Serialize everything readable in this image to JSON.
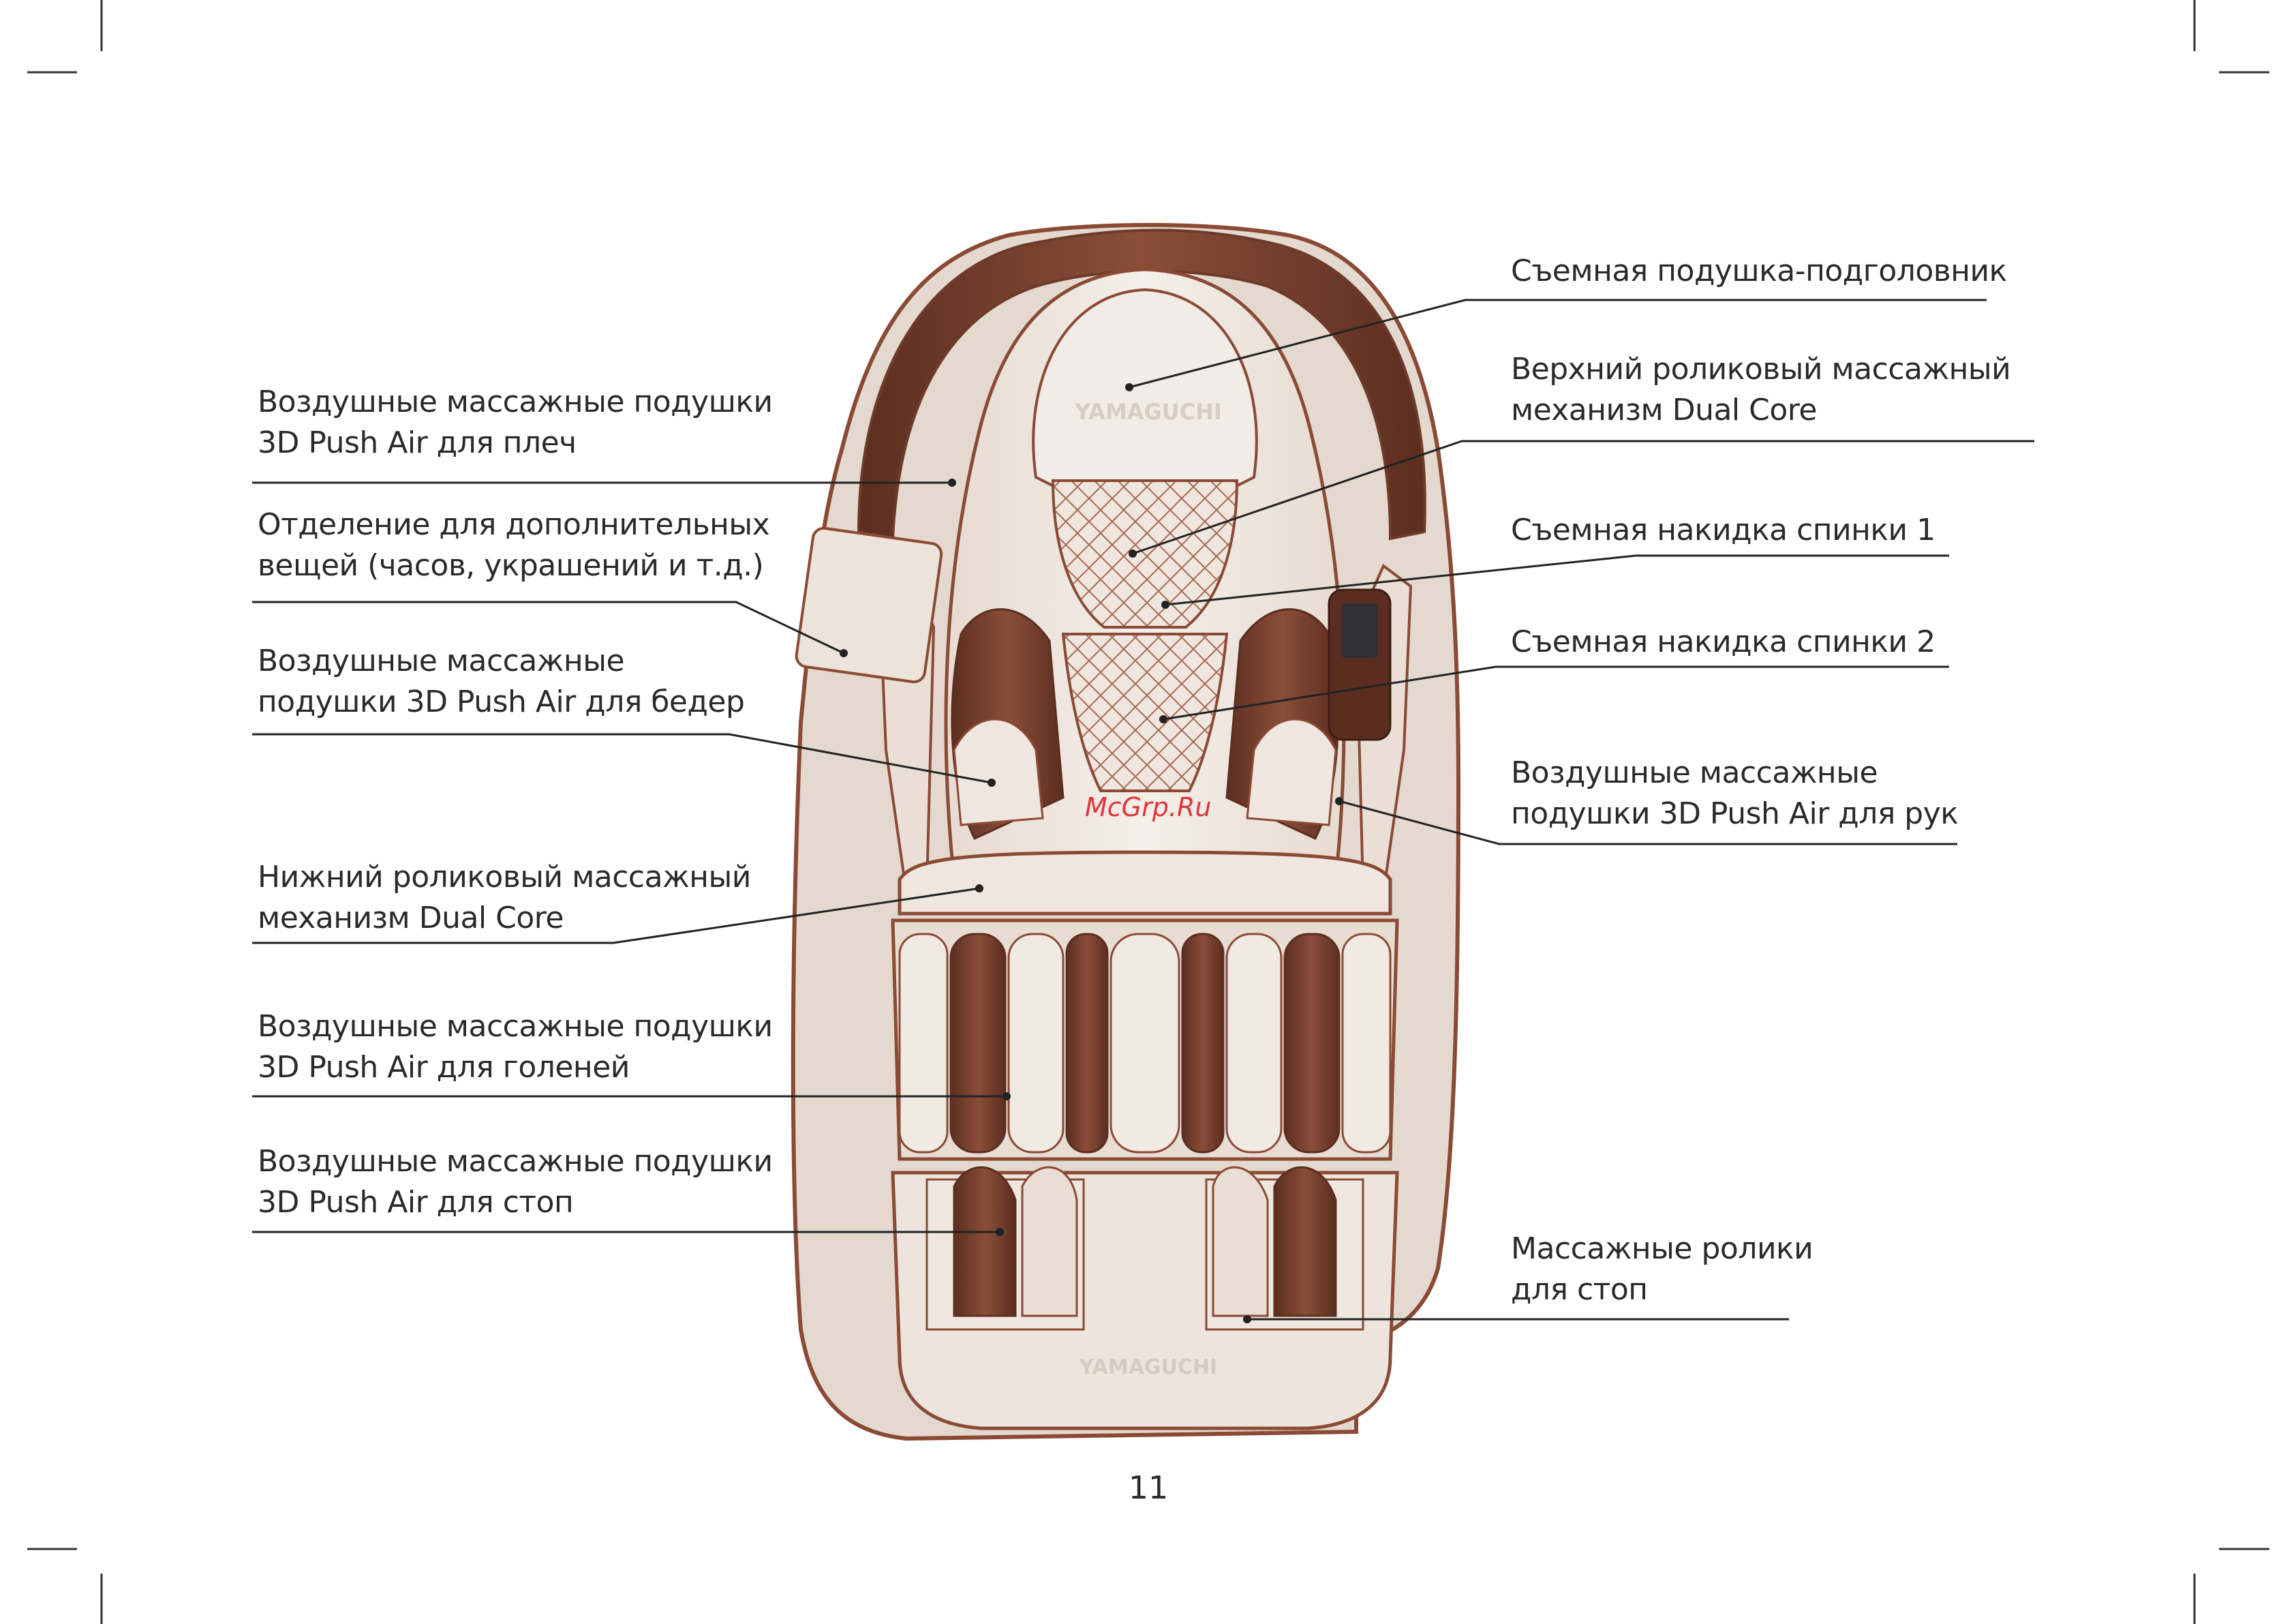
{
  "labels_left": [
    {
      "id": "shoulders",
      "lines": [
        "Воздушные массажные подушки",
        "3D Push Air для плеч"
      ]
    },
    {
      "id": "compartment",
      "lines": [
        "Отделение для дополнительных",
        "вещей (часов, украшений и т.д.)"
      ]
    },
    {
      "id": "hips",
      "lines": [
        "Воздушные массажные",
        "подушки 3D Push Air для бедер"
      ]
    },
    {
      "id": "lower-roller",
      "lines": [
        "Нижний роликовый массажный",
        "механизм Dual Core"
      ]
    },
    {
      "id": "shins",
      "lines": [
        "Воздушные массажные подушки",
        "3D Push Air для голеней"
      ]
    },
    {
      "id": "feet",
      "lines": [
        "Воздушные массажные подушки",
        "3D Push Air для стоп"
      ]
    }
  ],
  "labels_right": [
    {
      "id": "headrest",
      "lines": [
        "Съемная подушка-подголовник"
      ]
    },
    {
      "id": "upper-roller",
      "lines": [
        "Верхний роликовый массажный",
        "механизм Dual Core"
      ]
    },
    {
      "id": "back-cover-1",
      "lines": [
        "Съемная накидка спинки 1"
      ]
    },
    {
      "id": "back-cover-2",
      "lines": [
        "Съемная накидка спинки 2"
      ]
    },
    {
      "id": "arms",
      "lines": [
        "Воздушные массажные",
        "подушки 3D Push Air для рук"
      ]
    },
    {
      "id": "foot-rollers",
      "lines": [
        "Массажные ролики",
        "для стоп"
      ]
    }
  ],
  "brand_text": "YAMAGUCHI",
  "watermark": "McGrp.Ru",
  "page_number": "11",
  "colors": {
    "frame": "#8a4a35",
    "leather_dark": "#6e3a2a",
    "cream": "#ece4dc",
    "text": "#2a2a2a",
    "watermark": "#e0202a"
  }
}
